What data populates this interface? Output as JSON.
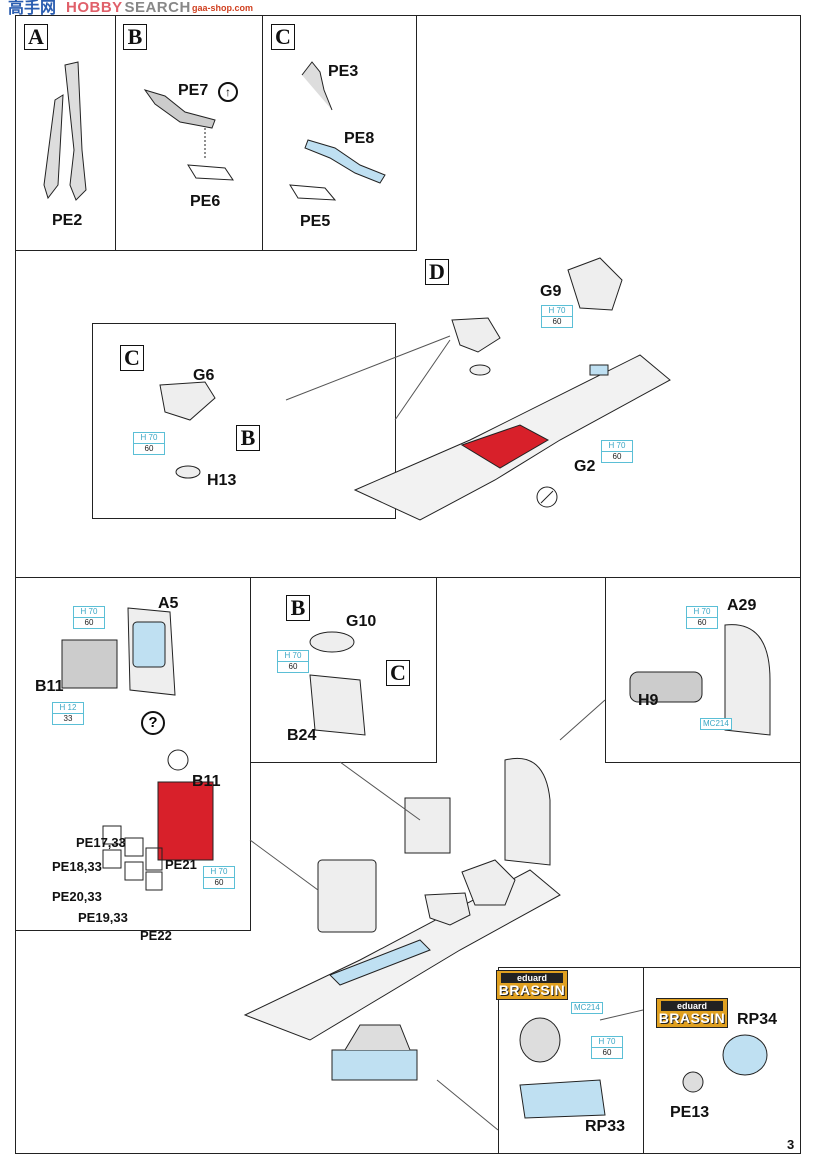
{
  "watermark": {
    "site_cn": "高手网",
    "name_hobby": "HOBBY",
    "name_search": "SEARCH",
    "url": "gaa-shop.com"
  },
  "steps": [
    "A",
    "B",
    "C",
    "D"
  ],
  "callout_letters": [
    "C",
    "B",
    "B",
    "C"
  ],
  "parts": {
    "pe2": "PE2",
    "pe7": "PE7",
    "pe6": "PE6",
    "pe3": "PE3",
    "pe8": "PE8",
    "pe5": "PE5",
    "g9": "G9",
    "g6": "G6",
    "h13": "H13",
    "g2": "G2",
    "a5": "A5",
    "b11a": "B11",
    "b11b": "B11",
    "g10": "G10",
    "b24": "B24",
    "a29": "A29",
    "h9": "H9",
    "pe17": "PE17,33",
    "pe18": "PE18,33",
    "pe20": "PE20,33",
    "pe21": "PE21",
    "pe19": "PE19,33",
    "pe22": "PE22",
    "rp34": "RP34",
    "pe13": "PE13",
    "rp33": "RP33"
  },
  "paint_chips": [
    {
      "code": "H 70",
      "num": "60"
    },
    {
      "code": "H 12",
      "num": "33"
    }
  ],
  "mc_code": "MC214",
  "brassin": {
    "top": "eduard",
    "bottom": "BRASSIN"
  },
  "symbols": {
    "optional": "?",
    "bend": "bend-icon",
    "rotate": "rotate-icon"
  },
  "colors": {
    "paint_chip": "#5bbfd6",
    "highlight_red": "#d8202a",
    "clear_blue": "#bfe0f2",
    "brassin": "#e0a020"
  },
  "page_number": "3"
}
